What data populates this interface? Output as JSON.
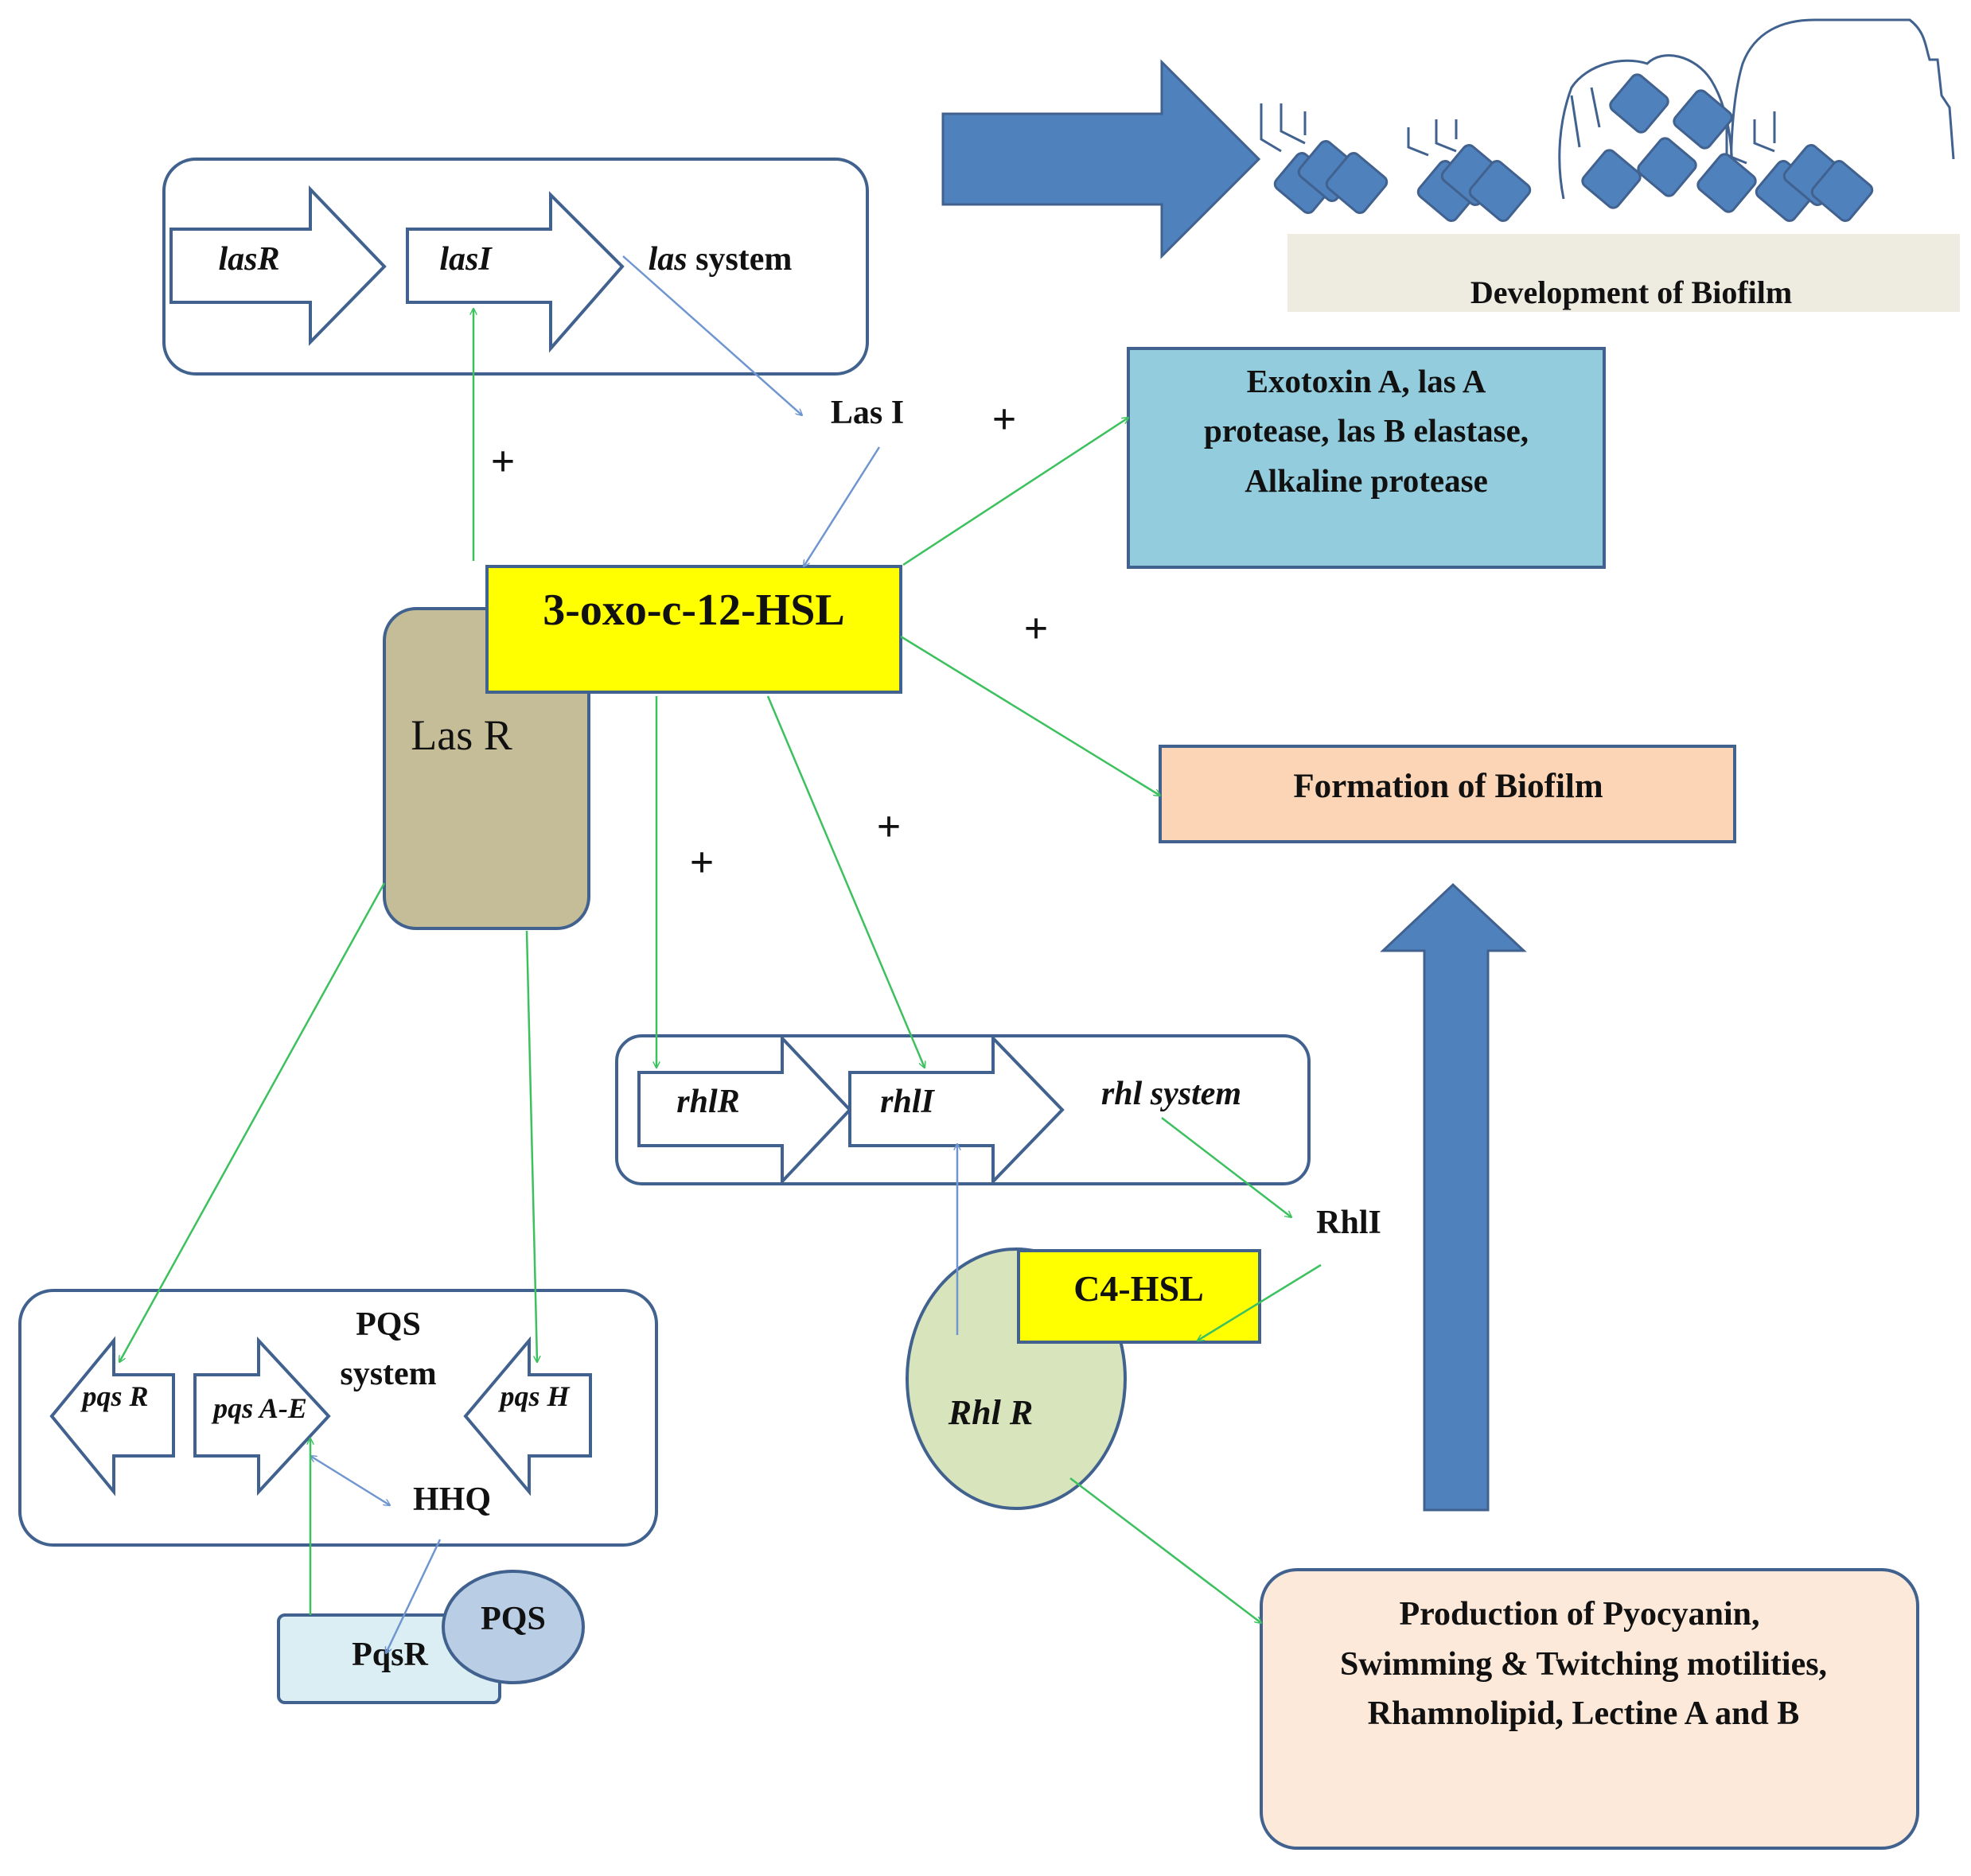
{
  "colors": {
    "outline": "#41628f",
    "bigArrow": "#4f81bd",
    "green": "#3cc15e",
    "blue": "#6f96d0",
    "hsl": "#ffff00",
    "lasR": "#c4bd97",
    "exotoxin": "#93cddd",
    "peach": "#fbd5b5",
    "peachLight": "#fde9d9",
    "rhlR": "#d7e4bc",
    "pqsR": "#dbeef4",
    "pqs": "#b9cde5",
    "ground": "#eeece1"
  },
  "las_system": {
    "gene1": "lasR",
    "gene2": "lasI",
    "label_italic": "las",
    "label_rest": " system"
  },
  "las_i": "Las I",
  "hsl_main": "3-oxo-c-12-HSL",
  "las_r": "Las R",
  "exotoxin": {
    "line1": "Exotoxin A, las A",
    "line2": "protease, las B elastase,",
    "line3": "Alkaline  protease"
  },
  "biofilm_development": "Development of Biofilm",
  "biofilm_formation": "Formation  of Biofilm",
  "plus": "+",
  "rhl_system": {
    "gene1": "rhlR",
    "gene2": "rhlI",
    "label": "rhl system"
  },
  "rhl_i": "RhlI",
  "c4_hsl": "C4-HSL",
  "rhl_r": "Rhl R",
  "pqs_system": {
    "title1": "PQS",
    "title2": "system",
    "gene_r": "pqs R",
    "gene_ae": "pqs A-E",
    "gene_h": "pqs H",
    "hhq": "HHQ",
    "pqsr": "PqsR",
    "pqs": "PQS"
  },
  "production": {
    "line1": "Production  of Pyocyanin,",
    "line2": "Swimming & Twitching  motilities,",
    "line3": "Rhamnolipid,  Lectine A and B"
  }
}
